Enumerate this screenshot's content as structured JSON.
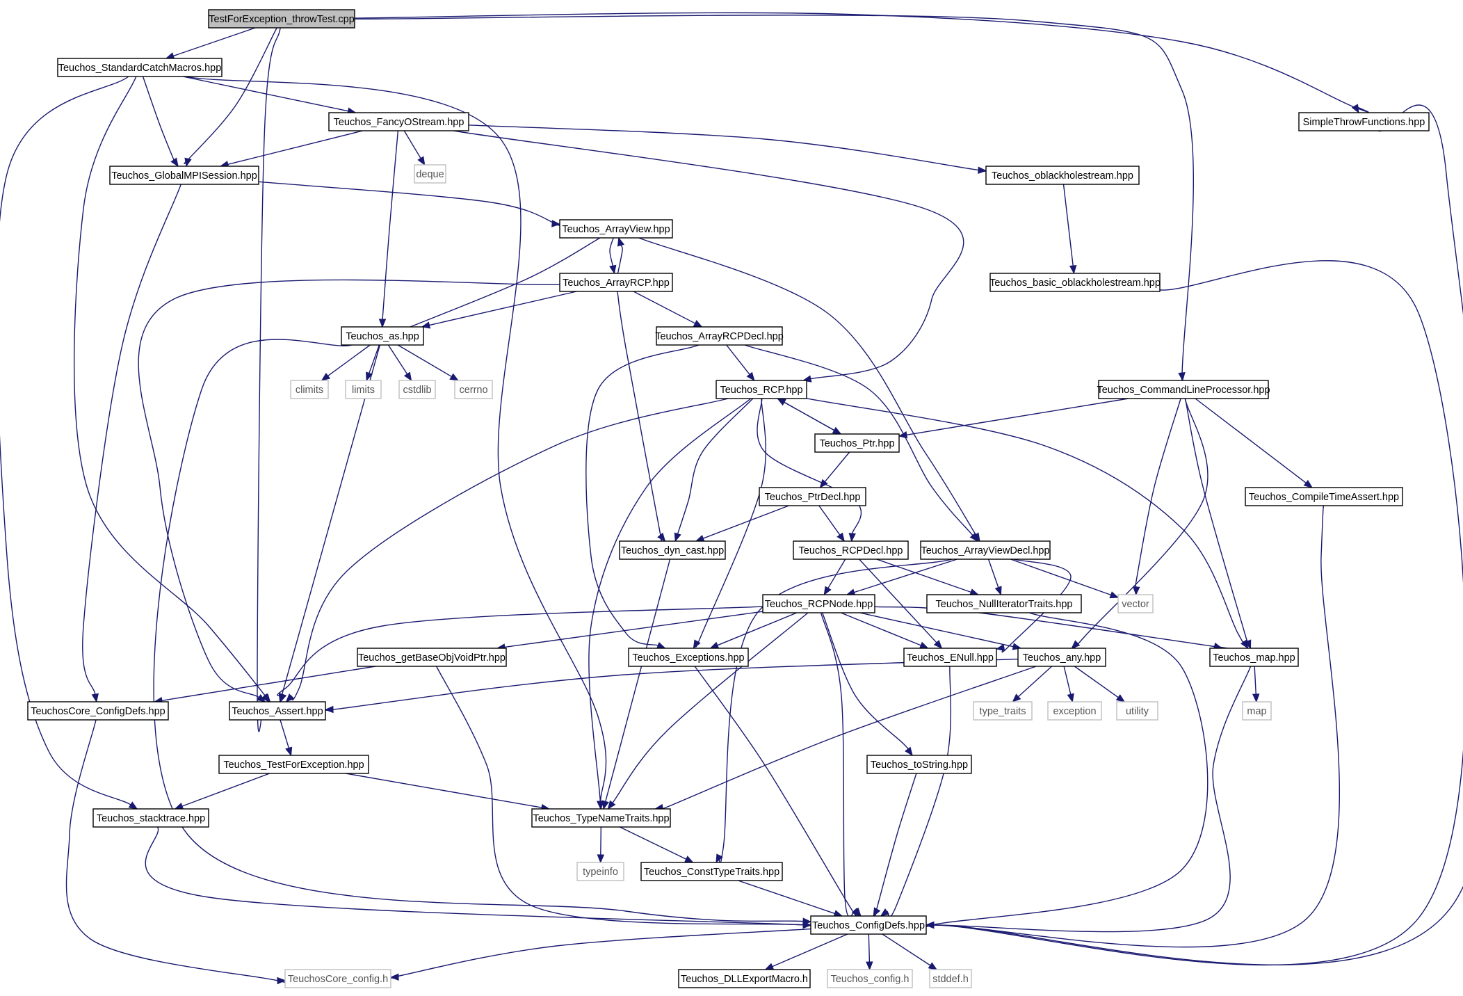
{
  "graph": {
    "type": "include-dependency-graph",
    "colors": {
      "edge": "#191970",
      "node_border": "#000000",
      "root_fill": "#bfbfbf",
      "external_border": "#bfbfbf",
      "background": "#ffffff"
    },
    "nodes": [
      {
        "id": "root",
        "label": "TestForException_throwTest.cpp",
        "kind": "root"
      },
      {
        "id": "stdcatch",
        "label": "Teuchos_StandardCatchMacros.hpp",
        "kind": "local"
      },
      {
        "id": "fancy",
        "label": "Teuchos_FancyOStream.hpp",
        "kind": "local"
      },
      {
        "id": "gmpi",
        "label": "Teuchos_GlobalMPISession.hpp",
        "kind": "local"
      },
      {
        "id": "deque",
        "label": "deque",
        "kind": "external"
      },
      {
        "id": "oblack",
        "label": "Teuchos_oblackholestream.hpp",
        "kind": "local"
      },
      {
        "id": "simple",
        "label": "SimpleThrowFunctions.hpp",
        "kind": "local"
      },
      {
        "id": "arrview",
        "label": "Teuchos_ArrayView.hpp",
        "kind": "local"
      },
      {
        "id": "basicob",
        "label": "Teuchos_basic_oblackholestream.hpp",
        "kind": "local"
      },
      {
        "id": "arrrcp",
        "label": "Teuchos_ArrayRCP.hpp",
        "kind": "local"
      },
      {
        "id": "as",
        "label": "Teuchos_as.hpp",
        "kind": "local"
      },
      {
        "id": "arrrcpdecl",
        "label": "Teuchos_ArrayRCPDecl.hpp",
        "kind": "local"
      },
      {
        "id": "climits",
        "label": "climits",
        "kind": "external"
      },
      {
        "id": "limits",
        "label": "limits",
        "kind": "external"
      },
      {
        "id": "cstdlib",
        "label": "cstdlib",
        "kind": "external"
      },
      {
        "id": "cerrno",
        "label": "cerrno",
        "kind": "external"
      },
      {
        "id": "rcp",
        "label": "Teuchos_RCP.hpp",
        "kind": "local"
      },
      {
        "id": "clp",
        "label": "Teuchos_CommandLineProcessor.hpp",
        "kind": "local"
      },
      {
        "id": "ptr",
        "label": "Teuchos_Ptr.hpp",
        "kind": "local"
      },
      {
        "id": "ptrdecl",
        "label": "Teuchos_PtrDecl.hpp",
        "kind": "local"
      },
      {
        "id": "cta",
        "label": "Teuchos_CompileTimeAssert.hpp",
        "kind": "local"
      },
      {
        "id": "dyncast",
        "label": "Teuchos_dyn_cast.hpp",
        "kind": "local"
      },
      {
        "id": "rcpdecl",
        "label": "Teuchos_RCPDecl.hpp",
        "kind": "local"
      },
      {
        "id": "avdecl",
        "label": "Teuchos_ArrayViewDecl.hpp",
        "kind": "local"
      },
      {
        "id": "vector",
        "label": "vector",
        "kind": "external"
      },
      {
        "id": "rcpnode",
        "label": "Teuchos_RCPNode.hpp",
        "kind": "local"
      },
      {
        "id": "nullit",
        "label": "Teuchos_NullIteratorTraits.hpp",
        "kind": "local"
      },
      {
        "id": "getbase",
        "label": "Teuchos_getBaseObjVoidPtr.hpp",
        "kind": "local"
      },
      {
        "id": "exceptions",
        "label": "Teuchos_Exceptions.hpp",
        "kind": "local"
      },
      {
        "id": "enull",
        "label": "Teuchos_ENull.hpp",
        "kind": "local"
      },
      {
        "id": "any",
        "label": "Teuchos_any.hpp",
        "kind": "local"
      },
      {
        "id": "map",
        "label": "Teuchos_map.hpp",
        "kind": "local"
      },
      {
        "id": "coreconfigdefs",
        "label": "TeuchosCore_ConfigDefs.hpp",
        "kind": "local"
      },
      {
        "id": "assert",
        "label": "Teuchos_Assert.hpp",
        "kind": "local"
      },
      {
        "id": "typetraits",
        "label": "type_traits",
        "kind": "external"
      },
      {
        "id": "exception",
        "label": "exception",
        "kind": "external"
      },
      {
        "id": "utility",
        "label": "utility",
        "kind": "external"
      },
      {
        "id": "mapstd",
        "label": "map",
        "kind": "external"
      },
      {
        "id": "tfe",
        "label": "Teuchos_TestForException.hpp",
        "kind": "local"
      },
      {
        "id": "tostring",
        "label": "Teuchos_toString.hpp",
        "kind": "local"
      },
      {
        "id": "stacktrace",
        "label": "Teuchos_stacktrace.hpp",
        "kind": "local"
      },
      {
        "id": "tnt",
        "label": "Teuchos_TypeNameTraits.hpp",
        "kind": "local"
      },
      {
        "id": "typeinfo",
        "label": "typeinfo",
        "kind": "external"
      },
      {
        "id": "consttt",
        "label": "Teuchos_ConstTypeTraits.hpp",
        "kind": "local"
      },
      {
        "id": "configdefs",
        "label": "Teuchos_ConfigDefs.hpp",
        "kind": "local"
      },
      {
        "id": "coreconfigh",
        "label": "TeuchosCore_config.h",
        "kind": "external"
      },
      {
        "id": "dllexport",
        "label": "Teuchos_DLLExportMacro.h",
        "kind": "local"
      },
      {
        "id": "configh",
        "label": "Teuchos_config.h",
        "kind": "external"
      },
      {
        "id": "stddef",
        "label": "stddef.h",
        "kind": "external"
      }
    ],
    "edges": [
      [
        "root",
        "stdcatch"
      ],
      [
        "root",
        "gmpi"
      ],
      [
        "root",
        "assert"
      ],
      [
        "root",
        "clp"
      ],
      [
        "root",
        "simple"
      ],
      [
        "stdcatch",
        "fancy"
      ],
      [
        "stdcatch",
        "gmpi"
      ],
      [
        "stdcatch",
        "assert"
      ],
      [
        "stdcatch",
        "stacktrace"
      ],
      [
        "stdcatch",
        "tnt"
      ],
      [
        "fancy",
        "gmpi"
      ],
      [
        "fancy",
        "deque"
      ],
      [
        "fancy",
        "oblack"
      ],
      [
        "fancy",
        "as"
      ],
      [
        "fancy",
        "rcp"
      ],
      [
        "gmpi",
        "arrview"
      ],
      [
        "gmpi",
        "coreconfigdefs"
      ],
      [
        "oblack",
        "basicob"
      ],
      [
        "basicob",
        "configdefs"
      ],
      [
        "simple",
        "configdefs"
      ],
      [
        "arrview",
        "arrrcp"
      ],
      [
        "arrrcp",
        "arrview"
      ],
      [
        "arrview",
        "as"
      ],
      [
        "arrview",
        "avdecl"
      ],
      [
        "arrrcp",
        "as"
      ],
      [
        "arrrcp",
        "arrrcpdecl"
      ],
      [
        "arrrcp",
        "dyncast"
      ],
      [
        "arrrcp",
        "assert"
      ],
      [
        "arrrcpdecl",
        "rcp"
      ],
      [
        "arrrcpdecl",
        "avdecl"
      ],
      [
        "arrrcpdecl",
        "exceptions"
      ],
      [
        "as",
        "climits"
      ],
      [
        "as",
        "limits"
      ],
      [
        "as",
        "cstdlib"
      ],
      [
        "as",
        "cerrno"
      ],
      [
        "as",
        "assert"
      ],
      [
        "as",
        "configdefs"
      ],
      [
        "rcp",
        "ptr"
      ],
      [
        "ptr",
        "rcp"
      ],
      [
        "rcp",
        "dyncast"
      ],
      [
        "rcp",
        "rcpdecl"
      ],
      [
        "rcp",
        "exceptions"
      ],
      [
        "rcp",
        "map"
      ],
      [
        "rcp",
        "tnt"
      ],
      [
        "rcp",
        "assert"
      ],
      [
        "clp",
        "ptr"
      ],
      [
        "clp",
        "cta"
      ],
      [
        "clp",
        "vector"
      ],
      [
        "clp",
        "map"
      ],
      [
        "clp",
        "any"
      ],
      [
        "ptr",
        "ptrdecl"
      ],
      [
        "ptrdecl",
        "dyncast"
      ],
      [
        "ptrdecl",
        "rcpdecl"
      ],
      [
        "cta",
        "configdefs"
      ],
      [
        "dyncast",
        "tnt"
      ],
      [
        "rcpdecl",
        "rcpnode"
      ],
      [
        "rcpdecl",
        "nullit"
      ],
      [
        "rcpdecl",
        "enull"
      ],
      [
        "avdecl",
        "rcpnode"
      ],
      [
        "avdecl",
        "nullit"
      ],
      [
        "avdecl",
        "vector"
      ],
      [
        "avdecl",
        "enull"
      ],
      [
        "avdecl",
        "consttt"
      ],
      [
        "rcpnode",
        "getbase"
      ],
      [
        "rcpnode",
        "exceptions"
      ],
      [
        "rcpnode",
        "enull"
      ],
      [
        "rcpnode",
        "any"
      ],
      [
        "rcpnode",
        "map"
      ],
      [
        "rcpnode",
        "assert"
      ],
      [
        "rcpnode",
        "tnt"
      ],
      [
        "rcpnode",
        "tostring"
      ],
      [
        "rcpnode",
        "configdefs"
      ],
      [
        "nullit",
        "configdefs"
      ],
      [
        "getbase",
        "coreconfigdefs"
      ],
      [
        "getbase",
        "configdefs"
      ],
      [
        "exceptions",
        "configdefs"
      ],
      [
        "enull",
        "configdefs"
      ],
      [
        "any",
        "typetraits"
      ],
      [
        "any",
        "exception"
      ],
      [
        "any",
        "utility"
      ],
      [
        "any",
        "assert"
      ],
      [
        "any",
        "tnt"
      ],
      [
        "map",
        "mapstd"
      ],
      [
        "map",
        "configdefs"
      ],
      [
        "coreconfigdefs",
        "coreconfigh"
      ],
      [
        "assert",
        "tfe"
      ],
      [
        "tfe",
        "stacktrace"
      ],
      [
        "tfe",
        "tnt"
      ],
      [
        "tostring",
        "configdefs"
      ],
      [
        "stacktrace",
        "configdefs"
      ],
      [
        "tnt",
        "typeinfo"
      ],
      [
        "tnt",
        "consttt"
      ],
      [
        "consttt",
        "configdefs"
      ],
      [
        "configdefs",
        "coreconfigh"
      ],
      [
        "configdefs",
        "dllexport"
      ],
      [
        "configdefs",
        "configh"
      ],
      [
        "configdefs",
        "stddef"
      ]
    ]
  }
}
